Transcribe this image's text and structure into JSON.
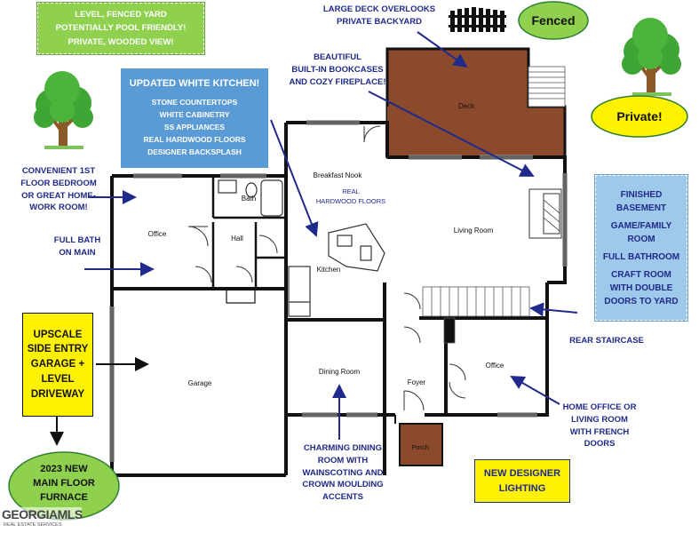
{
  "colors": {
    "deck": "#8b4a2b",
    "green": "#8fd14f",
    "yellow": "#fff200",
    "lightblue": "#9ec9ea",
    "steel": "#5b9bd5",
    "arrow": "#1f2a8a",
    "wall": "#111111"
  },
  "rooms": {
    "deck": "Deck",
    "breakfast_nook": "Breakfast Nook",
    "real_hardwood": [
      "REAL",
      "HARDWOOD FLOORS"
    ],
    "bath": "Bath",
    "office_left": "Office",
    "hall": "Hall",
    "kitchen": "Kitchen",
    "living_room": "Living Room",
    "garage": "Garage",
    "dining_room": "Dining Room",
    "foyer": "Foyer",
    "office_right": "Office",
    "porch": "Porch"
  },
  "callouts": {
    "yard": [
      "LEVEL, FENCED YARD",
      "POTENTIALLY POOL FRIENDLY!",
      "PRIVATE, WOODED VIEW!"
    ],
    "deck": [
      "LARGE DECK OVERLOOKS",
      "PRIVATE BACKYARD"
    ],
    "fenced": "Fenced",
    "private": "Private!",
    "bookcases": [
      "BEAUTIFUL",
      "BUILT-IN BOOKCASES",
      "AND COZY FIREPLACE!"
    ],
    "kitchen_title": "UPDATED WHITE KITCHEN!",
    "kitchen_items": [
      "STONE COUNTERTOPS",
      "WHITE CABINETRY",
      "SS APPLIANCES",
      "REAL HARDWOOD FLOORS",
      "DESIGNER BACKSPLASH"
    ],
    "bedroom": [
      "CONVENIENT 1ST",
      "FLOOR BEDROOM",
      "OR GREAT HOME-",
      "WORK ROOM!"
    ],
    "full_bath": [
      "FULL BATH",
      "ON MAIN"
    ],
    "basement": [
      "FINISHED",
      "BASEMENT",
      "GAME/FAMILY",
      "ROOM",
      "FULL BATHROOM",
      "CRAFT ROOM",
      "WITH DOUBLE",
      "DOORS TO YARD"
    ],
    "rear_staircase": "REAR STAIRCASE",
    "garage": [
      "UPSCALE",
      "SIDE ENTRY",
      "GARAGE +",
      "LEVEL",
      "DRIVEWAY"
    ],
    "home_office": [
      "HOME OFFICE OR",
      "LIVING ROOM",
      "WITH FRENCH",
      "DOORS"
    ],
    "furnace": [
      "2023 NEW",
      "MAIN FLOOR",
      "FURNACE"
    ],
    "dining": [
      "CHARMING DINING",
      "ROOM  WITH",
      "WAINSCOTING AND",
      "CROWN MOULDING",
      "ACCENTS"
    ],
    "lighting": [
      "NEW DESIGNER",
      "LIGHTING"
    ]
  },
  "watermark": {
    "brand": "GEORGIAMLS",
    "sub": "REAL ESTATE SERVICES"
  }
}
